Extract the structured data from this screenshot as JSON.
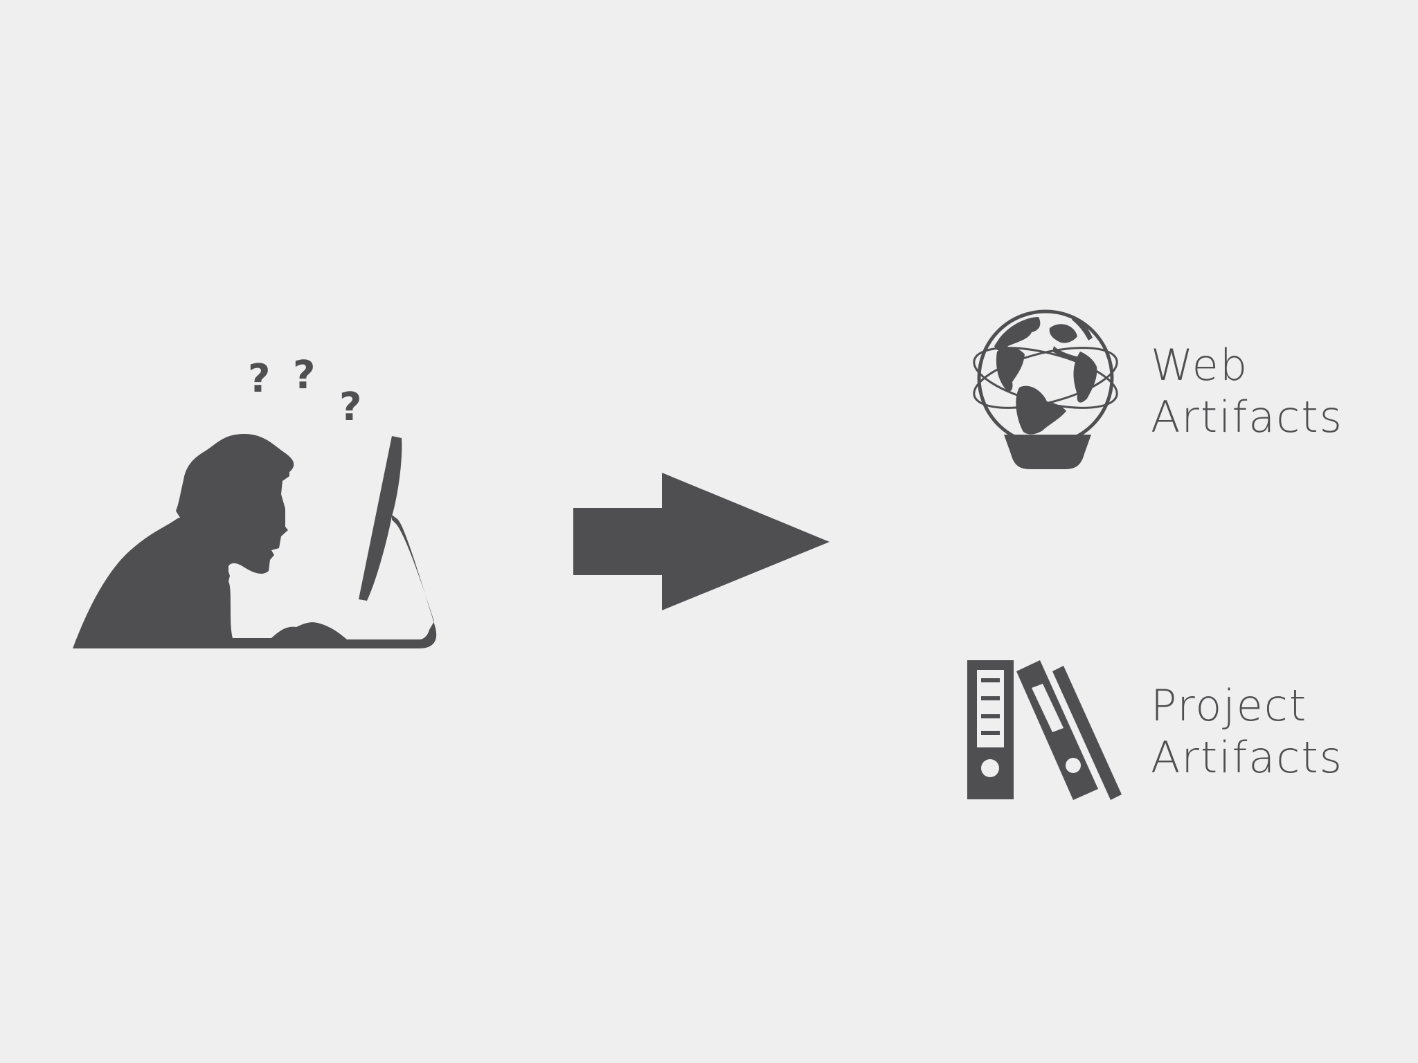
{
  "colors": {
    "background": "#efeff0",
    "ink": "#4f4f51"
  },
  "icons": {
    "person": "confused-person-at-computer-icon",
    "arrow": "right-arrow-icon",
    "globe": "globe-icon",
    "binders": "binders-icon"
  },
  "question_marks": [
    "?",
    "?",
    "?"
  ],
  "web_artifacts": {
    "line1": "Web",
    "line2": "Artifacts"
  },
  "project_artifacts": {
    "line1": "Project",
    "line2": "Artifacts"
  }
}
